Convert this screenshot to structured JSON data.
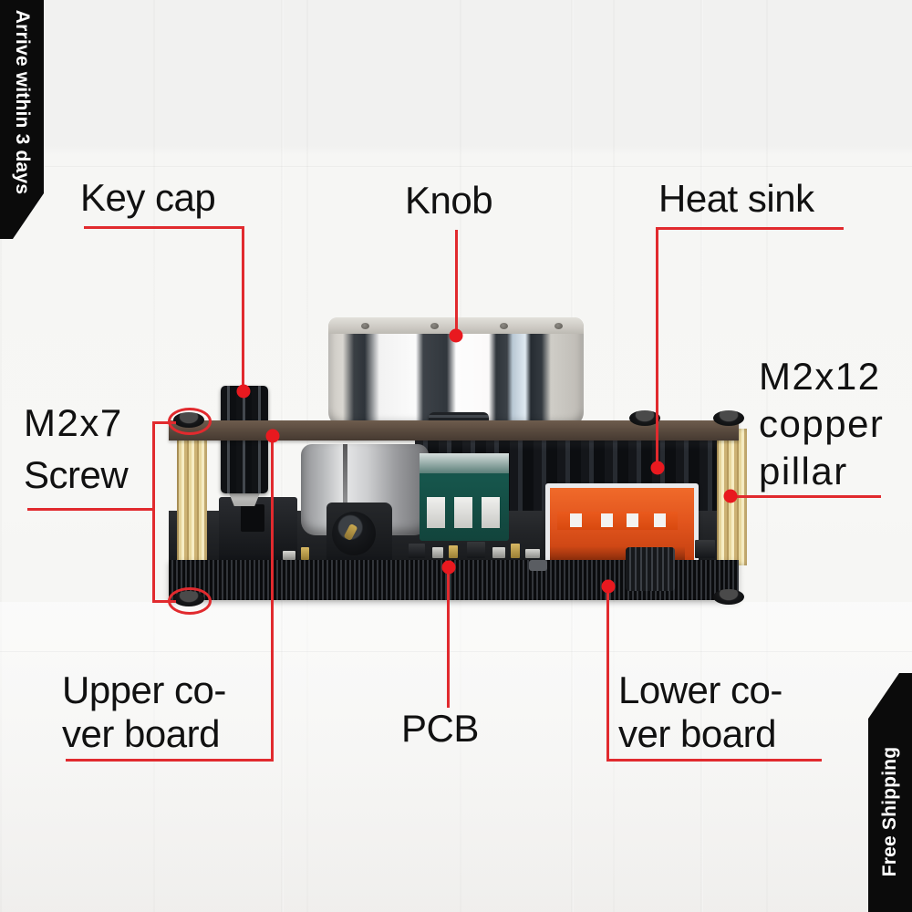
{
  "image": {
    "subject": "Bluetooth amplifier board exploded/side view with part callouts",
    "background_color": "#f3f3f1",
    "annotation_color": "#e12a2e",
    "label_color": "#111111"
  },
  "ribbons": {
    "left": {
      "text": "Arrive within 3 days",
      "background": "#0b0b0b",
      "text_color": "#ffffff"
    },
    "right": {
      "text": "Free Shipping",
      "background": "#0b0b0b",
      "text_color": "#ffffff"
    }
  },
  "callouts": [
    {
      "id": "key-cap",
      "label": "Key cap"
    },
    {
      "id": "knob",
      "label": "Knob"
    },
    {
      "id": "heat-sink",
      "label": "Heat sink"
    },
    {
      "id": "m2x12",
      "label_line1": "M2x12",
      "label_line2": "copper",
      "label_line3": "pillar"
    },
    {
      "id": "m2x7",
      "label_line1": "M2x7",
      "label_line2": "Screw"
    },
    {
      "id": "upper-board",
      "label_line1": "Upper co-",
      "label_line2": "ver board"
    },
    {
      "id": "pcb",
      "label": "PCB"
    },
    {
      "id": "lower-board",
      "label_line1": "Lower co-",
      "label_line2": "ver board"
    }
  ],
  "parts": {
    "knob": "aluminum-volume-knob",
    "key_cap": "black-knurled-push-button",
    "heat_sink": "black-finned-heat-sink",
    "copper_pillar": "brass-standoff-pillar",
    "screw": "m2-black-screw",
    "usb_port": "usb-a-port-orange",
    "capacitor": "silver-electrolytic-capacitor",
    "dc_jack": "dc-barrel-jack",
    "upper_cover_board": "brown-upper-cover-plate",
    "lower_cover_board": "ribbed-lower-cover-plate",
    "pcb": "main-circuit-board"
  }
}
